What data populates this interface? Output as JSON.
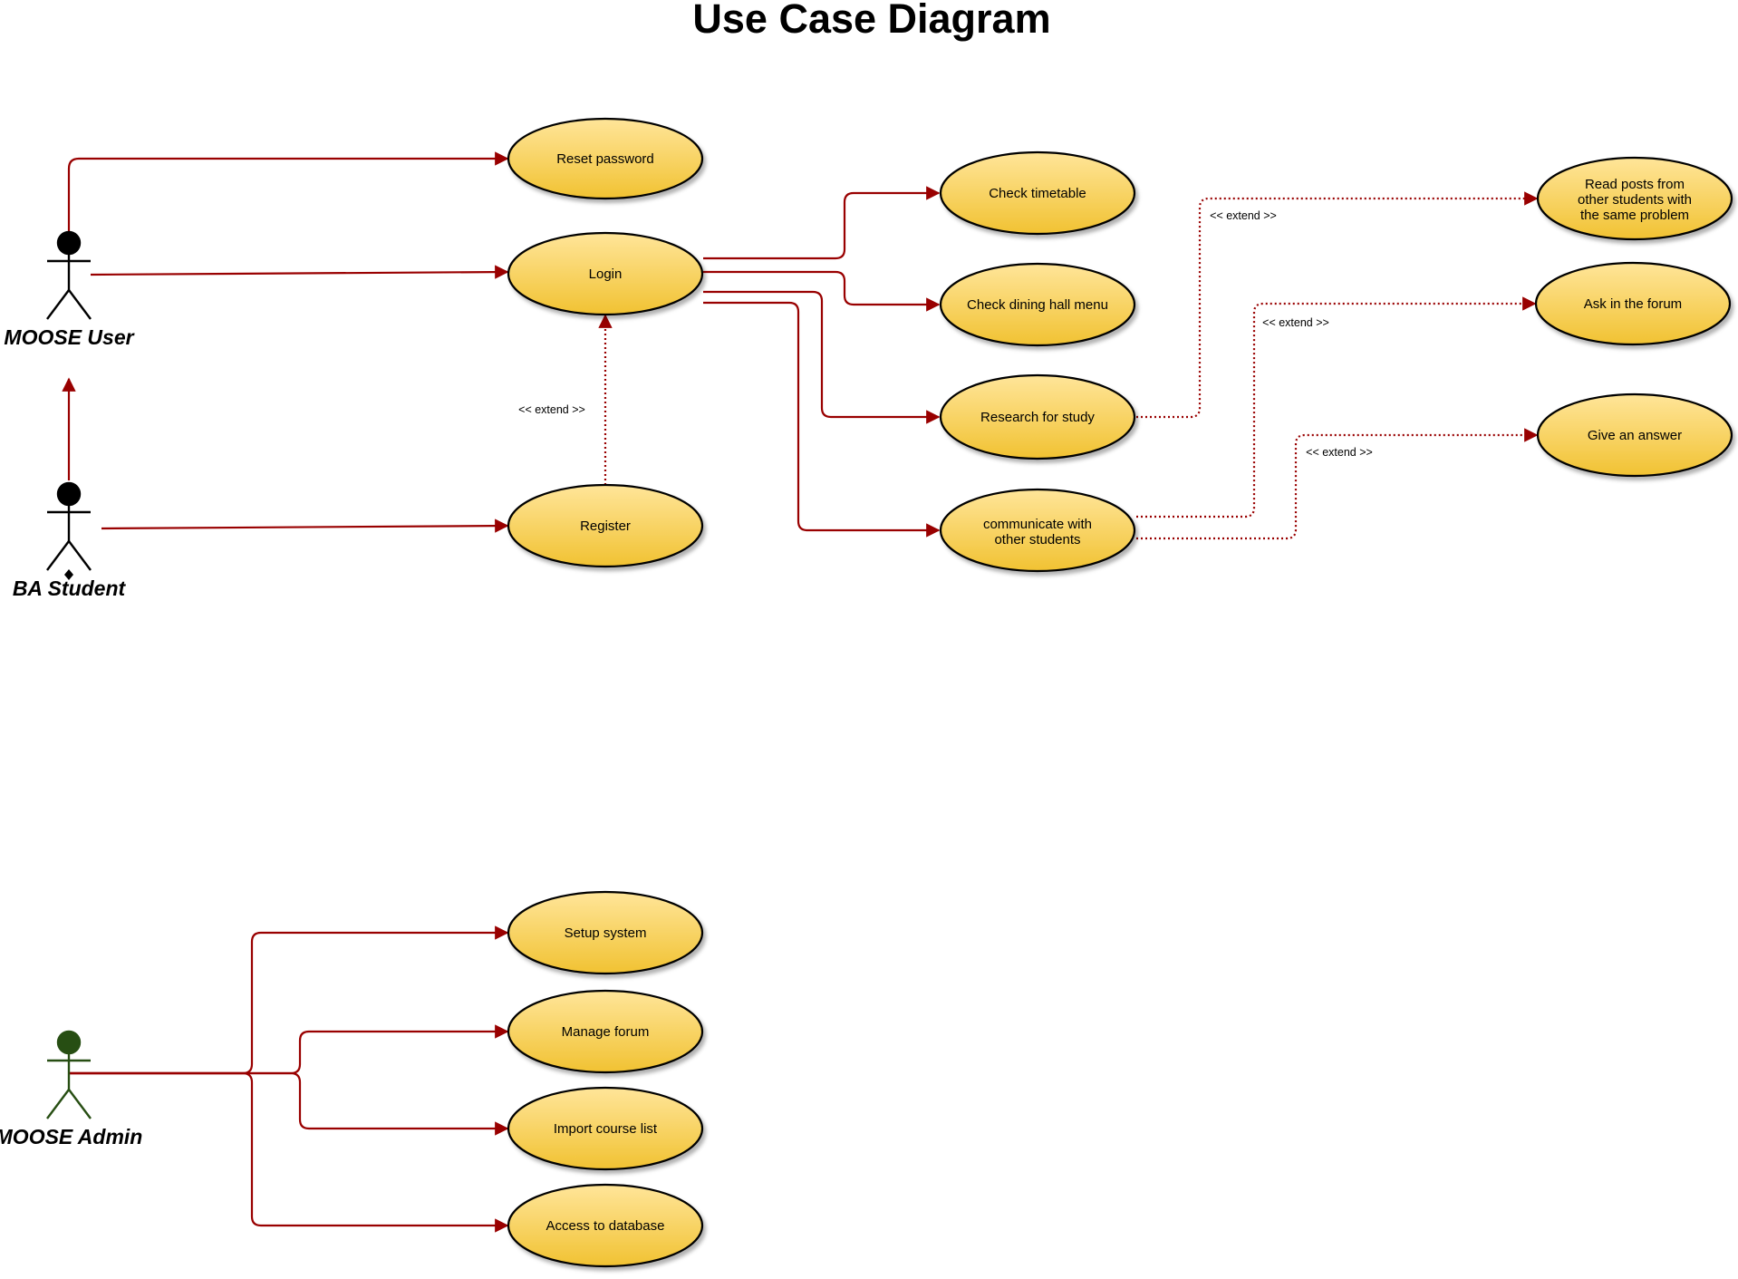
{
  "title": "Use Case Diagram",
  "actors": {
    "moose_user": "MOOSE User",
    "ba_student": "BA Student",
    "moose_admin": "MOOSE Admin"
  },
  "use_cases": {
    "reset_password": [
      "Reset password"
    ],
    "login": [
      "Login"
    ],
    "register": [
      "Register"
    ],
    "check_timetable": [
      "Check timetable"
    ],
    "check_dining": [
      "Check dining hall menu"
    ],
    "research": [
      "Research for study"
    ],
    "communicate": [
      "communicate with",
      "other students"
    ],
    "read_posts": [
      "Read posts from",
      "other students with",
      "the same problem"
    ],
    "ask_forum": [
      "Ask in the forum"
    ],
    "give_answer": [
      "Give an answer"
    ],
    "setup_system": [
      "Setup system"
    ],
    "manage_forum": [
      "Manage forum"
    ],
    "import_course": [
      "Import course list"
    ],
    "access_db": [
      "Access to database"
    ]
  },
  "extend_label": "<< extend >>",
  "colors": {
    "edge": "#990000",
    "usecase_fill_top": "#FFE599",
    "usecase_fill_bottom": "#F1C232",
    "admin_actor": "#274E13"
  }
}
